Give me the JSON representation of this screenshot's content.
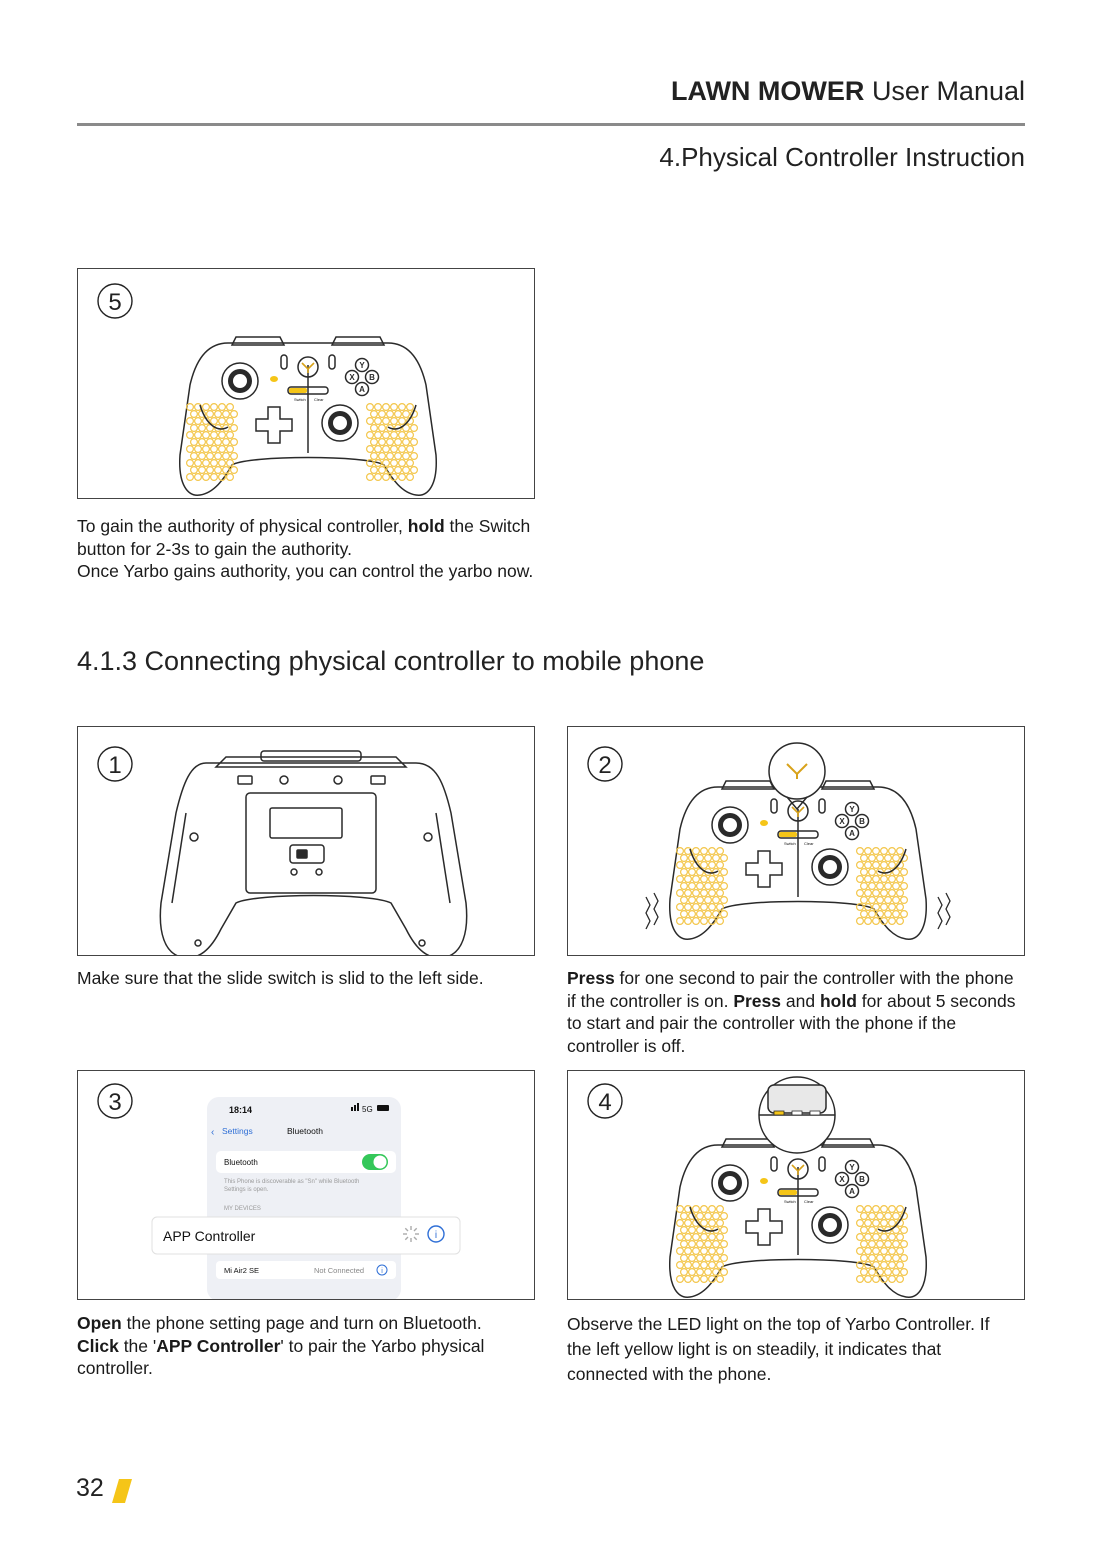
{
  "header": {
    "brand": "LAWN MOWER",
    "doc": "User Manual",
    "section": "4.Physical Controller Instruction"
  },
  "step5": {
    "badge": "5",
    "caption": [
      {
        "t": "To gain the authority of physical controller, "
      },
      {
        "t": "hold",
        "b": true
      },
      {
        "t": " the Switch button for 2-3s to gain the authority."
      },
      {
        "br": true
      },
      {
        "t": "Once Yarbo gains authority, you can control the yarbo now."
      }
    ]
  },
  "subheading": "4.1.3 Connecting physical controller to mobile phone",
  "step1": {
    "badge": "1",
    "caption": [
      {
        "t": "Make sure that the slide switch is slid to the left side."
      }
    ]
  },
  "step2": {
    "badge": "2",
    "caption": [
      {
        "t": "Press",
        "b": true
      },
      {
        "t": " for one second to pair the controller with the phone if the controller is on. "
      },
      {
        "t": "Press",
        "b": true
      },
      {
        "t": " and "
      },
      {
        "t": "hold",
        "b": true
      },
      {
        "t": " for about 5 seconds to start and pair the controller with the phone if the controller is off."
      }
    ]
  },
  "step3": {
    "badge": "3",
    "phone": {
      "time": "18:14",
      "signal": "5G",
      "back_label": "Settings",
      "screen_title": "Bluetooth",
      "bt_label": "Bluetooth",
      "bt_on": true,
      "discoverable_note": [
        "This Phone is discoverable as \"Sn\" while Bluetooth",
        "Settings is open."
      ],
      "my_devices": "MY DEVICES",
      "highlight_device": "APP Controller",
      "other_device": "Mi Air2 SE",
      "other_status": "Not Connected"
    },
    "caption": [
      {
        "t": "Open",
        "b": true
      },
      {
        "t": " the phone setting page and turn on Bluetooth. "
      },
      {
        "t": "Click",
        "b": true
      },
      {
        "t": " the '"
      },
      {
        "t": "APP Controller",
        "b": true
      },
      {
        "t": "' to pair the Yarbo physical controller."
      }
    ]
  },
  "step4": {
    "badge": "4",
    "caption": [
      {
        "t": "Observe the LED light on the top of Yarbo Controller. If the left yellow light is on steadily, it indicates that connected with the phone."
      }
    ]
  },
  "controller_labels": {
    "switch": "Switch",
    "clear": "Clear",
    "buttons": [
      "Y",
      "X",
      "B",
      "A"
    ]
  },
  "footer": {
    "page_number": "32"
  },
  "colors": {
    "accent": "#f5c518",
    "honeycomb": "#f3c64a",
    "toggle": "#34c759",
    "info": "#2f6fd6",
    "text": "#1a1a1a"
  }
}
